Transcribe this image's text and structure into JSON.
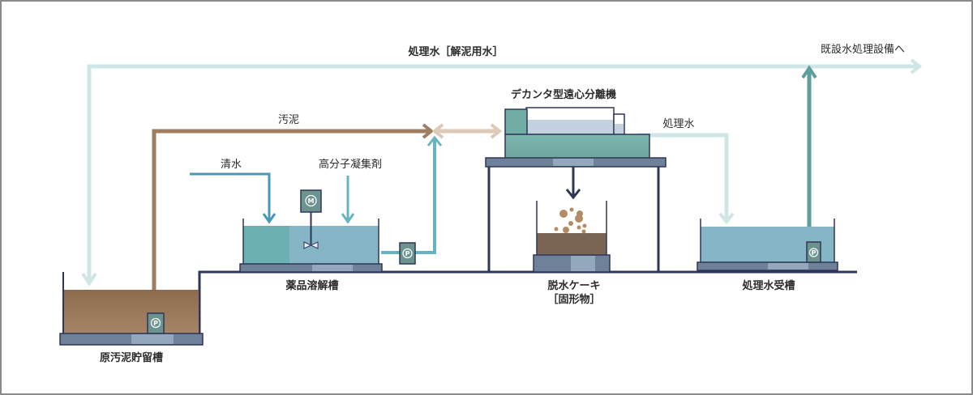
{
  "diagram": {
    "type": "process-flow",
    "subject": "Sludge dewatering with decanter centrifuge",
    "colors": {
      "outline": "#2f3657",
      "sludge": "#a07e62",
      "sludge_light": "#dcc9b8",
      "clear_water": "#4a97b8",
      "polymer": "#66b4bf",
      "treated_water": "#cfe5e6",
      "return_water": "#5f9e9d",
      "tank_water": "#86b6c6",
      "tank_teal": "#6bb1b3",
      "machine": "#72ada5",
      "cake": "#7a6555",
      "pump": "#6c938e",
      "base": "#6f8199"
    },
    "labels": {
      "return_water": "処理水［解泥用水］",
      "to_existing": "既設水処理設備へ",
      "sludge_line": "汚泥",
      "clear_water": "清水",
      "polymer": "高分子凝集剤",
      "decanter": "デカンタ型遠心分離機",
      "treated_water": "処理水",
      "raw_tank": "原汚泥貯留槽",
      "chem_tank": "薬品溶解槽",
      "cake_line1": "脱水ケーキ",
      "cake_line2": "［固形物］",
      "treated_tank": "処理水受槽"
    },
    "icons": {
      "pump": "P",
      "motor": "M"
    },
    "nodes": [
      {
        "id": "raw_tank",
        "label": "原汚泥貯留槽"
      },
      {
        "id": "chem_tank",
        "label": "薬品溶解槽"
      },
      {
        "id": "decanter",
        "label": "デカンタ型遠心分離機"
      },
      {
        "id": "cake",
        "label": "脱水ケーキ［固形物］"
      },
      {
        "id": "treated_tank",
        "label": "処理水受槽"
      },
      {
        "id": "existing",
        "label": "既設水処理設備へ"
      }
    ],
    "flows": [
      {
        "from": "raw_tank",
        "to": "decanter",
        "label": "汚泥"
      },
      {
        "from": "external",
        "to": "chem_tank",
        "label": "清水"
      },
      {
        "from": "external",
        "to": "chem_tank",
        "label": "高分子凝集剤"
      },
      {
        "from": "chem_tank",
        "to": "decanter",
        "label": ""
      },
      {
        "from": "decanter",
        "to": "cake",
        "label": ""
      },
      {
        "from": "decanter",
        "to": "treated_tank",
        "label": "処理水"
      },
      {
        "from": "treated_tank",
        "to": "raw_tank",
        "label": "処理水［解泥用水］"
      },
      {
        "from": "treated_tank",
        "to": "existing",
        "label": "既設水処理設備へ"
      }
    ]
  }
}
